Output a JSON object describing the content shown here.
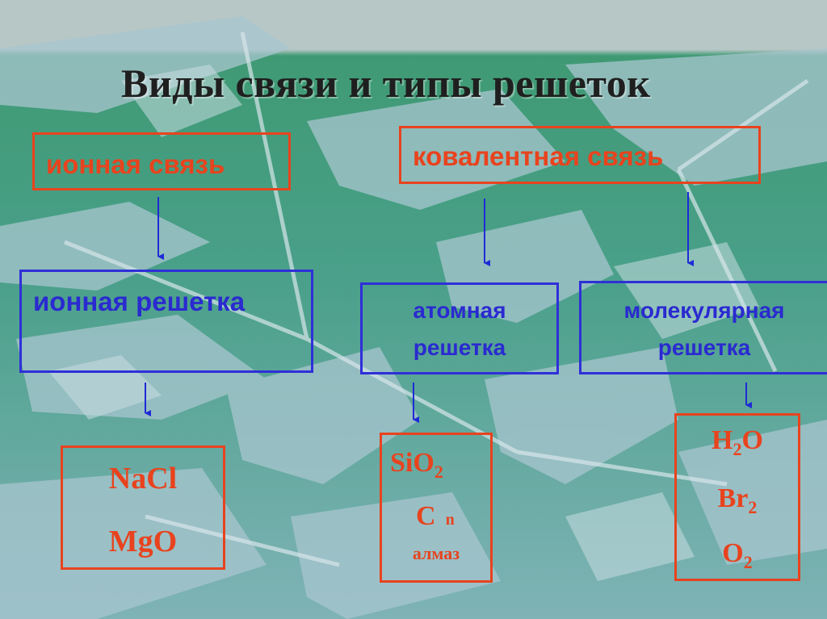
{
  "title": "Виды связи и типы решеток",
  "bonds": {
    "ionic": "ионная связь",
    "covalent": "ковалентная  связь"
  },
  "lattices": {
    "ionic": "ионная  решетка",
    "atomic_line1": "атомная",
    "atomic_line2": "решетка",
    "molecular_line1": "молекулярная",
    "molecular_line2": "решетка"
  },
  "examples": {
    "ionic": {
      "a": "NaCl",
      "b": "MgO"
    },
    "atomic": {
      "si": "SiO",
      "si_sub": "2",
      "c": "C",
      "c_sub": "n",
      "c_note": "алмаз"
    },
    "molecular": {
      "h": "H",
      "h_sub": "2",
      "h_tail": "O",
      "br": "Br",
      "br_sub": "2",
      "o": "O",
      "o_sub": "2"
    }
  },
  "colors": {
    "bond_border": "#e8431e",
    "lattice_border": "#2f2fd8",
    "arrow": "#1f2ad6",
    "background": "#6aa8a4"
  }
}
